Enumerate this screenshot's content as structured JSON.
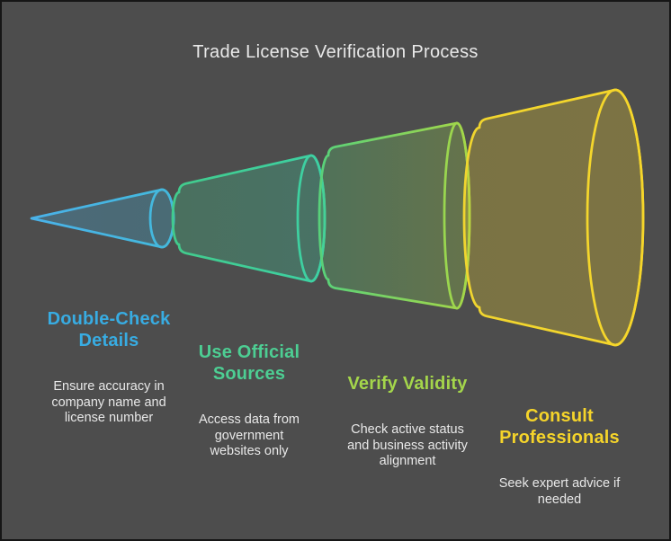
{
  "title": "Trade License Verification Process",
  "theme": {
    "background": "#4d4d4d",
    "border": "#161616",
    "title_color": "#e9e9e9",
    "body_text_color": "#e8e8e8"
  },
  "funnel": {
    "segments": [
      {
        "id": "double-check-details",
        "heading": "Double-Check\nDetails",
        "description": "Ensure accuracy in\ncompany name and\nlicense number",
        "heading_color": "#38ace2",
        "stroke_start": "#4ab2e9",
        "stroke_end": "#43b9dc"
      },
      {
        "id": "use-official-sources",
        "heading": "Use Official\nSources",
        "description": "Access data from\ngovernment\nwebsites only",
        "heading_color": "#4dce93",
        "stroke_start": "#42cb8c",
        "stroke_end": "#3dd1a4"
      },
      {
        "id": "verify-validity",
        "heading": "Verify Validity",
        "description": "Check active status\nand business activity\nalignment",
        "heading_color": "#a4d64b",
        "stroke_start": "#58d17a",
        "stroke_end": "#a6d747"
      },
      {
        "id": "consult-professionals",
        "heading": "Consult\nProfessionals",
        "description": "Seek expert advice if\nneeded",
        "heading_color": "#f5d42a",
        "stroke_start": "#f0d52f",
        "stroke_end": "#f6d62a"
      }
    ]
  }
}
